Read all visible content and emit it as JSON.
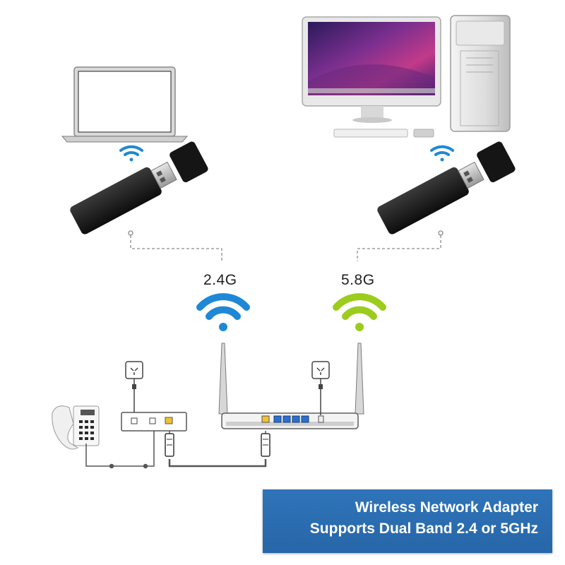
{
  "band_labels": {
    "band_24": "2.4G",
    "band_58": "5.8G"
  },
  "banner": {
    "line1": "Wireless Network Adapter",
    "line2": "Supports Dual Band 2.4 or 5GHz"
  },
  "colors": {
    "band_24_signal": "#1e88d6",
    "band_58_signal": "#9ccc1c",
    "banner_background": "#2a6cb0",
    "dongle_body": "#1a1a1a",
    "small_wifi_icon": "#1e88d6"
  },
  "icons": {
    "laptop": "laptop-icon",
    "desktop": "desktop-computer-icon",
    "adapter": "usb-wifi-adapter-icon",
    "router": "router-icon",
    "modem": "modem-icon",
    "phone": "telephone-icon",
    "outlet": "power-outlet-icon"
  }
}
